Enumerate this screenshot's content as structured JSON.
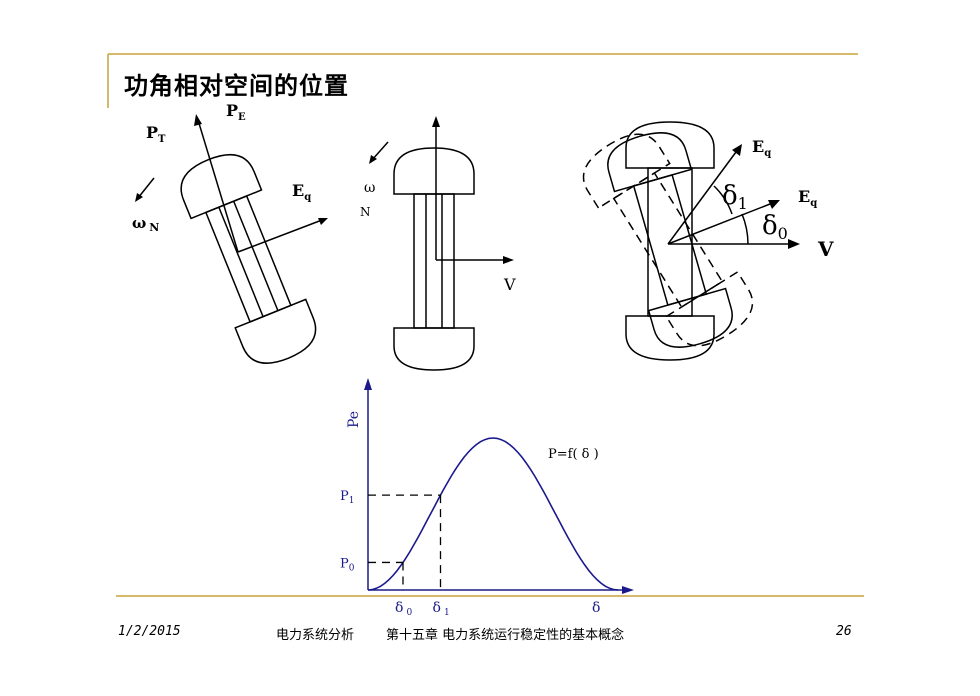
{
  "slide": {
    "title": "功角相对空间的位置",
    "footer": {
      "date": "1/2/2015",
      "course": "电力系统分析",
      "chapter": "第十五章 电力系统运行稳定性的基本概念",
      "page": "26"
    }
  },
  "rotor_left": {
    "pt": "P",
    "pt_sub": "T",
    "pe": "P",
    "pe_sub": "E",
    "eq": "E",
    "eq_sub": "q",
    "omega": "ω",
    "omega_sub": "N"
  },
  "rotor_middle": {
    "omega": "ω",
    "n": "N",
    "v": "V"
  },
  "rotor_right": {
    "eq1": "E",
    "eq1_sub": "q",
    "eq2": "E",
    "eq2_sub": "q",
    "delta1": "δ",
    "delta1_sub": "1",
    "delta0": "δ",
    "delta0_sub": "0",
    "v": "V"
  },
  "chart_data": {
    "type": "line",
    "ylabel": "Pe",
    "curve_label": "P=f( δ )",
    "x_tick_labels": [
      {
        "label": "δ",
        "sub": "0"
      },
      {
        "label": "δ",
        "sub": "1"
      },
      {
        "label": "δ",
        "sub": ""
      }
    ],
    "y_tick_labels": [
      {
        "label": "P",
        "sub": "0"
      },
      {
        "label": "P",
        "sub": "1"
      }
    ],
    "x": [
      0,
      0.1,
      0.2,
      0.3,
      0.4,
      0.5,
      0.6,
      0.7,
      0.8,
      0.9,
      1.0
    ],
    "y": [
      0,
      0.1,
      0.35,
      0.65,
      0.9,
      1.0,
      0.9,
      0.65,
      0.35,
      0.1,
      0
    ],
    "markers": {
      "delta0": 0.14,
      "delta1": 0.29
    },
    "colors": {
      "curve": "#1a1a8c",
      "axes": "#1a1a8c",
      "dashes": "#000000",
      "text": "#1a1a8c"
    }
  },
  "colors": {
    "rule": "#c8a23a"
  }
}
